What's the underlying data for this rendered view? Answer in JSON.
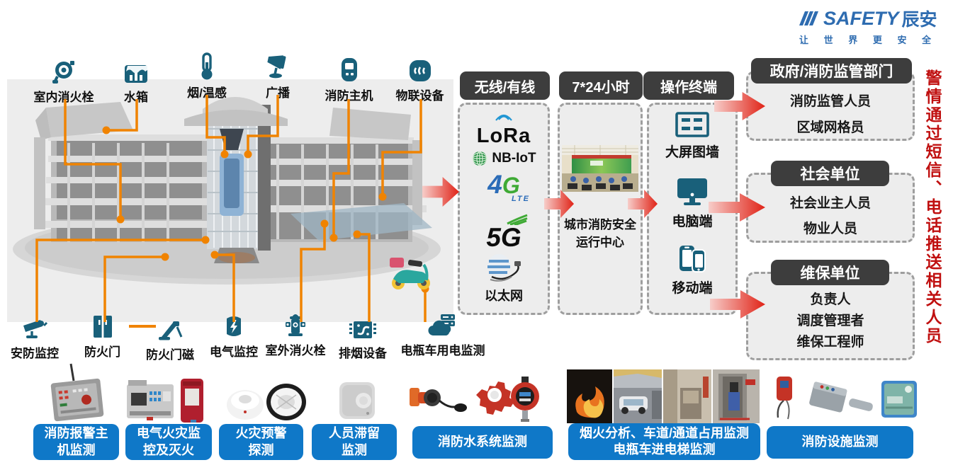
{
  "logo": {
    "brand": "SAFETY",
    "brand_cn": "辰安",
    "tagline": "让 世 界 更 安 全"
  },
  "colors": {
    "accent_orange": "#f08300",
    "icon_teal": "#19607a",
    "label_blue": "#0f78c8",
    "header_dark": "#3d3d3d",
    "alert_red": "#c01010",
    "arrow_red": "#e02317",
    "brand_blue": "#2e6cb0"
  },
  "top_devices": [
    {
      "label": "室内消火栓",
      "icon": "hose-reel-icon"
    },
    {
      "label": "水箱",
      "icon": "water-tank-icon"
    },
    {
      "label": "烟/温感",
      "icon": "thermometer-icon"
    },
    {
      "label": "广播",
      "icon": "loudspeaker-icon"
    },
    {
      "label": "消防主机",
      "icon": "fire-panel-icon"
    },
    {
      "label": "物联设备",
      "icon": "iot-device-icon"
    }
  ],
  "bottom_devices": [
    {
      "label": "安防监控",
      "icon": "cctv-camera-icon"
    },
    {
      "label": "防火门",
      "icon": "fire-door-icon"
    },
    {
      "label": "防火门磁",
      "icon": "door-magnet-icon"
    },
    {
      "label": "电气监控",
      "icon": "electrical-monitor-icon"
    },
    {
      "label": "室外消火栓",
      "icon": "hydrant-icon"
    },
    {
      "label": "排烟设备",
      "icon": "smoke-exhaust-icon"
    },
    {
      "label": "电瓶车用电监测",
      "icon": "cloud-power-icon"
    }
  ],
  "columns": {
    "transport": {
      "header": "无线/有线",
      "items": [
        {
          "name": "LoRa"
        },
        {
          "name": "NB-IoT"
        },
        {
          "name": "4",
          "g": "G",
          "sub": "LTE"
        },
        {
          "name": "5G"
        },
        {
          "name": "以太网"
        }
      ]
    },
    "center": {
      "header": "7*24小时",
      "caption_line1": "城市消防安全",
      "caption_line2": "运行中心"
    },
    "terminals": {
      "header": "操作终端",
      "items": [
        {
          "label": "大屏图墙",
          "icon": "screen-wall-icon"
        },
        {
          "label": "电脑端",
          "icon": "desktop-icon"
        },
        {
          "label": "移动端",
          "icon": "mobile-icon"
        }
      ]
    }
  },
  "recipients": [
    {
      "header": "政府/消防监管部门",
      "members": [
        "消防监管人员",
        "区域网格员"
      ]
    },
    {
      "header": "社会单位",
      "members": [
        "社会业主人员",
        "物业人员"
      ]
    },
    {
      "header": "维保单位",
      "members": [
        "负责人",
        "调度管理者",
        "维保工程师"
      ]
    }
  ],
  "side_note": "警情通过短信、电话推送相关人员",
  "bottom_sections": [
    {
      "label": "消防报警主机监测"
    },
    {
      "label": "电气火灾监控及灭火"
    },
    {
      "label": "火灾预警探测"
    },
    {
      "label": "人员滞留监测"
    },
    {
      "label": "消防水系统监测"
    },
    {
      "label": "烟火分析、车道/通道占用监测电瓶车进电梯监测"
    },
    {
      "label": "消防设施监测"
    }
  ]
}
